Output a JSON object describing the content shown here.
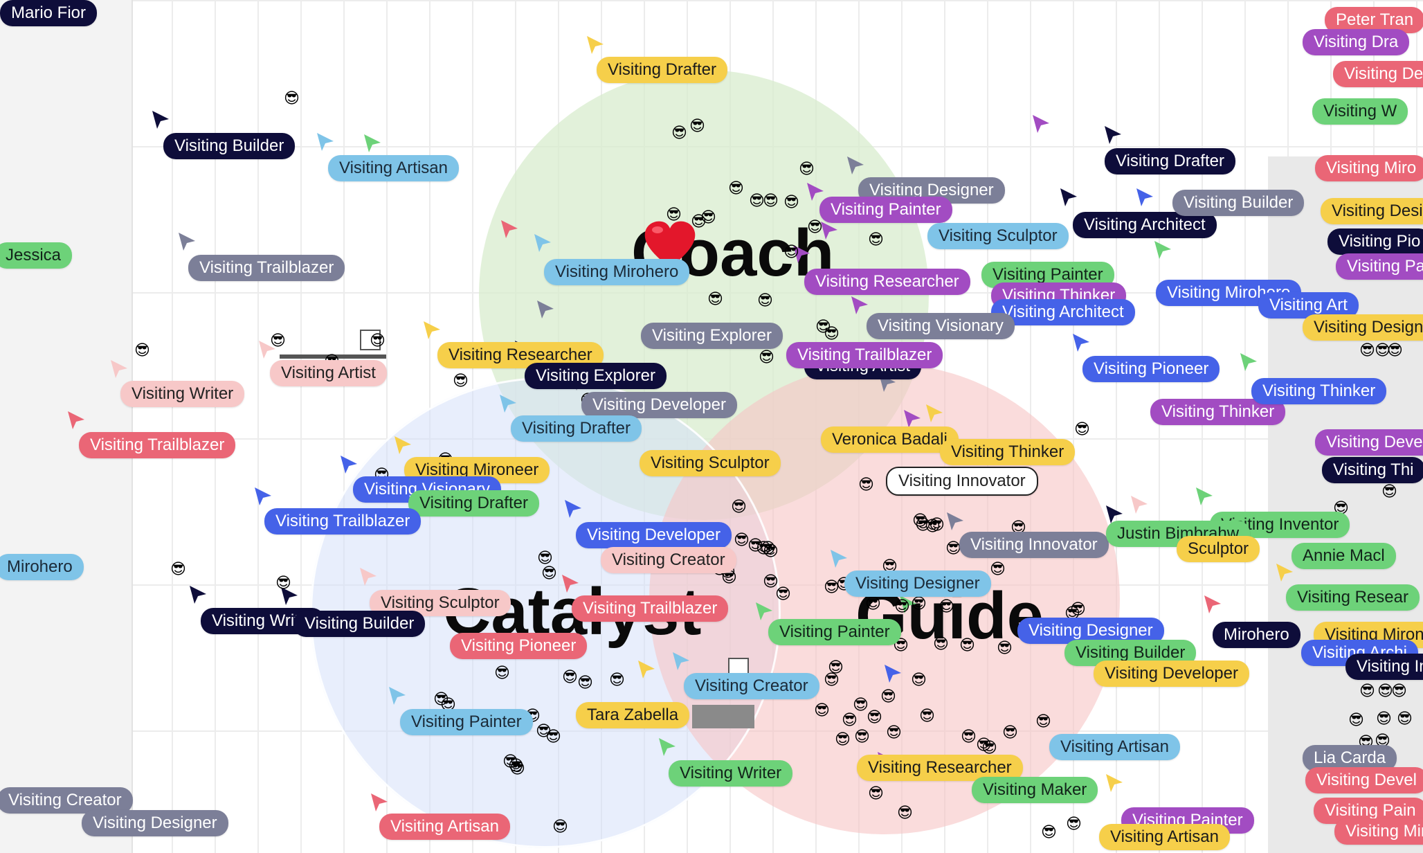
{
  "board": {
    "words": {
      "coach": "Coach",
      "catalyst": "Catalyst",
      "guide": "Guide"
    }
  },
  "labels": [
    {
      "text": "Visiting Drafter",
      "color": "yellow"
    },
    {
      "text": "Visiting Builder",
      "color": "navy"
    },
    {
      "text": "Visiting Artisan",
      "color": "sky"
    },
    {
      "text": "Jessica",
      "color": "green"
    },
    {
      "text": "Visiting Trailblazer",
      "color": "gray"
    },
    {
      "text": "Visiting Writer",
      "color": "pink"
    },
    {
      "text": "Visiting Artist",
      "color": "pink"
    },
    {
      "text": "Visiting Trailblazer",
      "color": "coral"
    },
    {
      "text": "Mirohero",
      "color": "sky"
    },
    {
      "text": "Visiting Creator",
      "color": "gray"
    },
    {
      "text": "Visiting Designer",
      "color": "gray"
    },
    {
      "text": "Visiting Mirohero",
      "color": "sky"
    },
    {
      "text": "Visiting Explorer",
      "color": "gray"
    },
    {
      "text": "Visiting Researcher",
      "color": "yellow"
    },
    {
      "text": "Visiting Explorer",
      "color": "navy"
    },
    {
      "text": "Visiting Developer",
      "color": "gray"
    },
    {
      "text": "Visiting Drafter",
      "color": "sky"
    },
    {
      "text": "Visiting Mironeer",
      "color": "yellow"
    },
    {
      "text": "Visiting Visionary",
      "color": "blue"
    },
    {
      "text": "Visiting Drafter",
      "color": "green"
    },
    {
      "text": "Visiting Trailblazer",
      "color": "blue"
    },
    {
      "text": "Visiting Sculptor",
      "color": "yellow"
    },
    {
      "text": "Visiting Developer",
      "color": "blue"
    },
    {
      "text": "Visiting Creator",
      "color": "pink"
    },
    {
      "text": "Visiting Sculptor",
      "color": "pink"
    },
    {
      "text": "Visiting Trailblazer",
      "color": "coral"
    },
    {
      "text": "Visiting Writer",
      "color": "navy"
    },
    {
      "text": "Visiting Builder",
      "color": "navy"
    },
    {
      "text": "Visiting Pioneer",
      "color": "coral"
    },
    {
      "text": "Visiting Creator",
      "color": "sky"
    },
    {
      "text": "Tara Zabella",
      "color": "yellow"
    },
    {
      "text": "Visiting Painter",
      "color": "sky"
    },
    {
      "text": "Visiting Writer",
      "color": "green"
    },
    {
      "text": "Visiting Artisan",
      "color": "coral"
    },
    {
      "text": "Visiting Designer",
      "color": "gray"
    },
    {
      "text": "Visiting Painter",
      "color": "purple"
    },
    {
      "text": "Visiting Sculptor",
      "color": "sky"
    },
    {
      "text": "Visiting Architect",
      "color": "navy"
    },
    {
      "text": "Visiting Researcher",
      "color": "purple"
    },
    {
      "text": "Visiting Painter",
      "color": "green"
    },
    {
      "text": "Visiting Thinker",
      "color": "purple"
    },
    {
      "text": "Visiting Architect",
      "color": "blue"
    },
    {
      "text": "Visiting Visionary",
      "color": "gray"
    },
    {
      "text": "Visiting Artist",
      "color": "navy"
    },
    {
      "text": "Visiting Trailblazer",
      "color": "purple"
    },
    {
      "text": "Visiting Drafter",
      "color": "navy"
    },
    {
      "text": "Visiting Builder",
      "color": "gray"
    },
    {
      "text": "Visiting Mirohero",
      "color": "blue"
    },
    {
      "text": "Visiting Pioneer",
      "color": "blue"
    },
    {
      "text": "Veronica Badali",
      "color": "yellow"
    },
    {
      "text": "Visiting Thinker",
      "color": "yellow"
    },
    {
      "text": "Visiting Innovator",
      "color": "white"
    },
    {
      "text": "Visiting Innovator",
      "color": "gray"
    },
    {
      "text": "Visiting Designer",
      "color": "sky"
    },
    {
      "text": "Visiting Painter",
      "color": "green"
    },
    {
      "text": "Visiting Designer",
      "color": "blue"
    },
    {
      "text": "Visiting Builder",
      "color": "green"
    },
    {
      "text": "Visiting Developer",
      "color": "yellow"
    },
    {
      "text": "Visiting Artisan",
      "color": "sky"
    },
    {
      "text": "Visiting Researcher",
      "color": "yellow"
    },
    {
      "text": "Visiting Maker",
      "color": "green"
    },
    {
      "text": "Visiting Painter",
      "color": "purple"
    },
    {
      "text": "Visiting Artisan",
      "color": "yellow"
    },
    {
      "text": "Visiting Thinker",
      "color": "purple"
    },
    {
      "text": "Visiting Thinker",
      "color": "blue"
    },
    {
      "text": "Visiting Inventor",
      "color": "green"
    },
    {
      "text": "Justin Bimbrahw",
      "color": "green"
    },
    {
      "text": "Sculptor",
      "color": "yellow"
    },
    {
      "text": "Mirohero",
      "color": "navy"
    },
    {
      "text": "Peter Tran",
      "color": "coral"
    },
    {
      "text": "Visiting Dra",
      "color": "purple"
    },
    {
      "text": "Visiting Devel",
      "color": "coral"
    },
    {
      "text": "Visiting W",
      "color": "green"
    },
    {
      "text": "Visiting Miro",
      "color": "coral"
    },
    {
      "text": "Visiting Desi",
      "color": "yellow"
    },
    {
      "text": "Visiting Pio",
      "color": "navy"
    },
    {
      "text": "Visiting Pai",
      "color": "purple"
    },
    {
      "text": "Visiting Art",
      "color": "blue"
    },
    {
      "text": "Visiting Designer",
      "color": "yellow"
    },
    {
      "text": "Visiting Devel",
      "color": "purple"
    },
    {
      "text": "Visiting Thi",
      "color": "navy"
    },
    {
      "text": "Annie Macl",
      "color": "green"
    },
    {
      "text": "Visiting Resear",
      "color": "green"
    },
    {
      "text": "Visiting Mironee",
      "color": "yellow"
    },
    {
      "text": "Visiting Archi",
      "color": "blue"
    },
    {
      "text": "Visiting Innova",
      "color": "navy"
    },
    {
      "text": "Lia Carda",
      "color": "gray"
    },
    {
      "text": "Visiting Devel",
      "color": "coral"
    },
    {
      "text": "Visiting Pain",
      "color": "coral"
    },
    {
      "text": "Visiting Miro",
      "color": "coral"
    },
    {
      "text": "Mario Fior",
      "color": "navy"
    }
  ],
  "cursor_colors": {
    "navy": "#0e0d3a",
    "sky": "#7fc4e8",
    "gray": "#7c7f98",
    "blue": "#4562e8",
    "purple": "#a24cc2",
    "yellow": "#f6cf4a",
    "green": "#6dd279",
    "coral": "#ea6676",
    "pink": "#f7c8c8"
  },
  "emoji": "😎",
  "heart_icon": "heart-icon"
}
